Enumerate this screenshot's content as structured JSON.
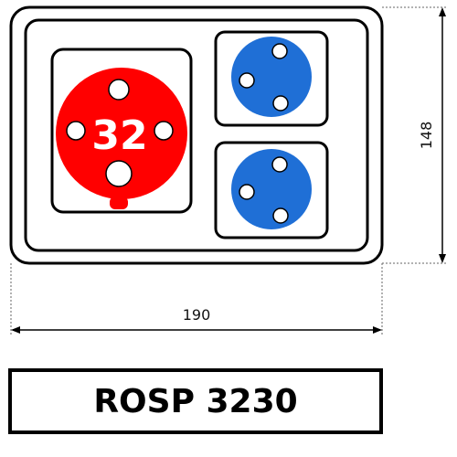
{
  "dimensions": {
    "width_label": "190",
    "height_label": "148"
  },
  "sockets": {
    "large": {
      "rating_label": "32",
      "color": "#ff0000",
      "pin_color": "#ffffff"
    },
    "small_top": {
      "color": "#1f6fd6",
      "pin_color": "#ffffff"
    },
    "small_bottom": {
      "color": "#1f6fd6",
      "pin_color": "#ffffff"
    }
  },
  "model": {
    "label": "ROSP 3230"
  }
}
